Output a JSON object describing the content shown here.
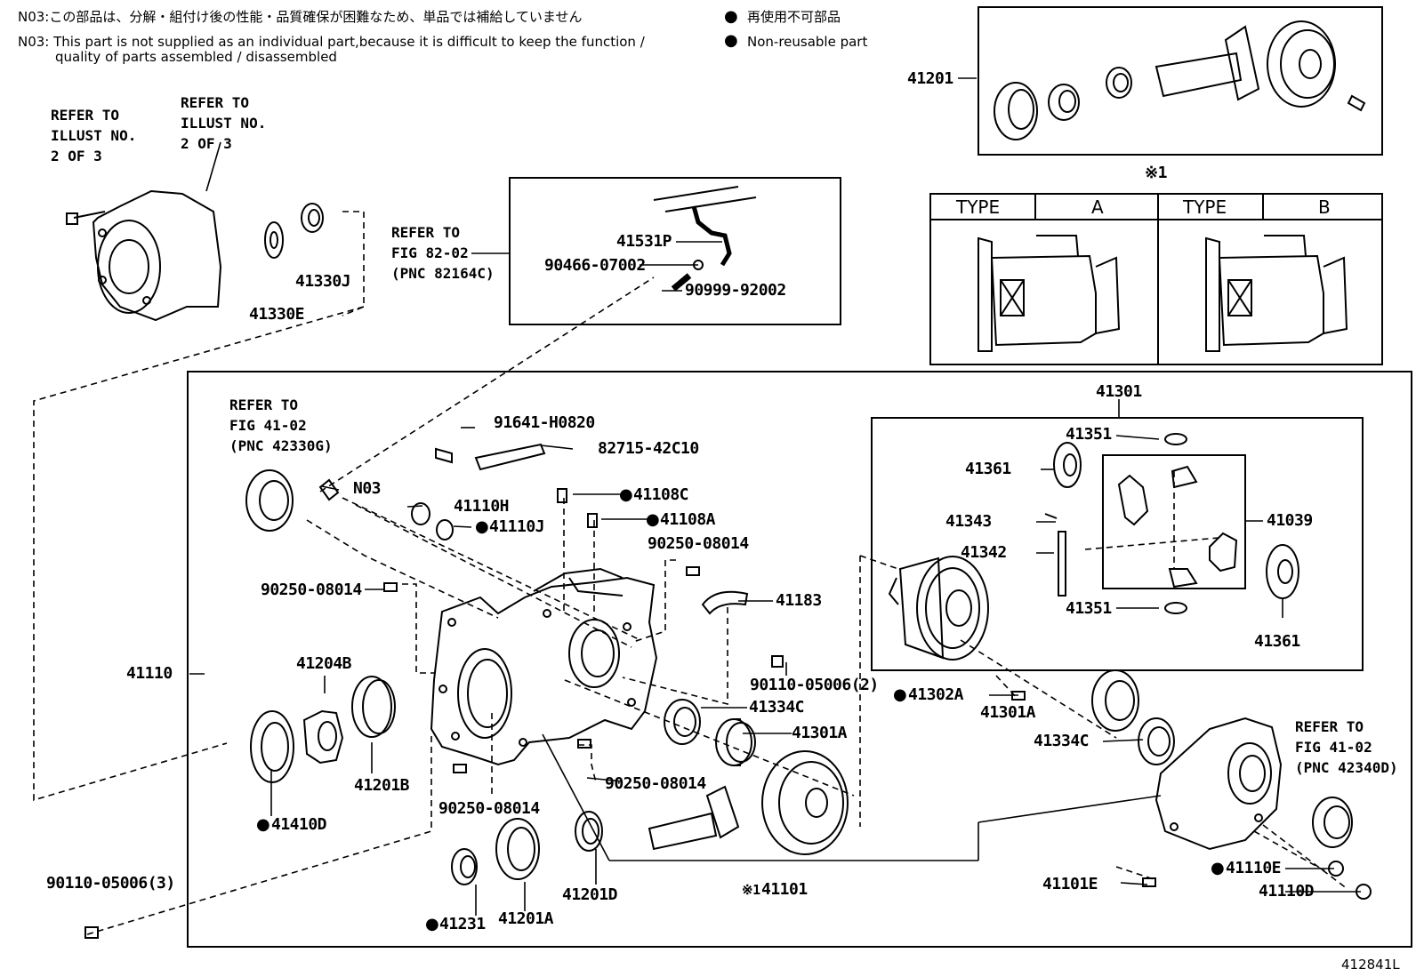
{
  "notes": {
    "n03_japanese": "N03:この部品は、分解・組付け後の性能・品質確保が困難なため、単品では補給していません",
    "n03_english_line1": "N03: This part is not supplied as an individual part,because it is difficult to keep the function /",
    "n03_english_line2": "quality of parts assembled / disassembled",
    "nonreusable_japanese": "再使用不可部品",
    "nonreusable_english": "Non-reusable part"
  },
  "refer_notes": {
    "illust_left": "REFER TO\nILLUST NO.\n2 OF 3",
    "illust_right": "REFER TO\nILLUST NO.\n2 OF 3",
    "fig_82_02": "REFER TO\nFIG 82-02\n(PNC 82164C)",
    "fig_41_02_left": "REFER TO\nFIG 41-02\n(PNC 42330G)",
    "fig_41_02_right": "REFER TO\nFIG 41-02\n(PNC 42340D)"
  },
  "type_table": {
    "mark": "※1",
    "header_type": "TYPE",
    "type_a": "A",
    "type_b": "B"
  },
  "labels": {
    "p41201": "41201",
    "p41330J": "41330J",
    "p41330E": "41330E",
    "p41531P": "41531P",
    "p90466": "90466-07002",
    "p90999": "90999-92002",
    "p41301": "41301",
    "p41351a": "41351",
    "p41361a": "41361",
    "p41343": "41343",
    "p41342": "41342",
    "p41039": "41039",
    "p41351b": "41351",
    "p41361b": "41361",
    "p91641": "91641-H0820",
    "p82715": "82715-42C10",
    "pN03": "N03",
    "p41110H": "41110H",
    "p41110J": "41110J",
    "p41108C": "41108C",
    "p41108A": "41108A",
    "p90250a": "90250-08014",
    "p90250b": "90250-08014",
    "p41183": "41183",
    "p90110a": "90110-05006(2)",
    "p41110": "41110",
    "p41204B": "41204B",
    "p41334Ca": "41334C",
    "p41301Aa": "41301A",
    "p41302A": "41302A",
    "p41301Ab": "41301A",
    "p41334Cb": "41334C",
    "p41201B": "41201B",
    "p41410D": "41410D",
    "p90250c": "90250-08014",
    "p90250d": "90250-08014",
    "p90110b": "90110-05006(3)",
    "p41231": "41231",
    "p41201A": "41201A",
    "p41201D": "41201D",
    "p41101mark": "※1",
    "p41101": "41101",
    "p41101E": "41101E",
    "p41110E": "41110E",
    "p41110D": "41110D",
    "illust_code": "412841L"
  }
}
